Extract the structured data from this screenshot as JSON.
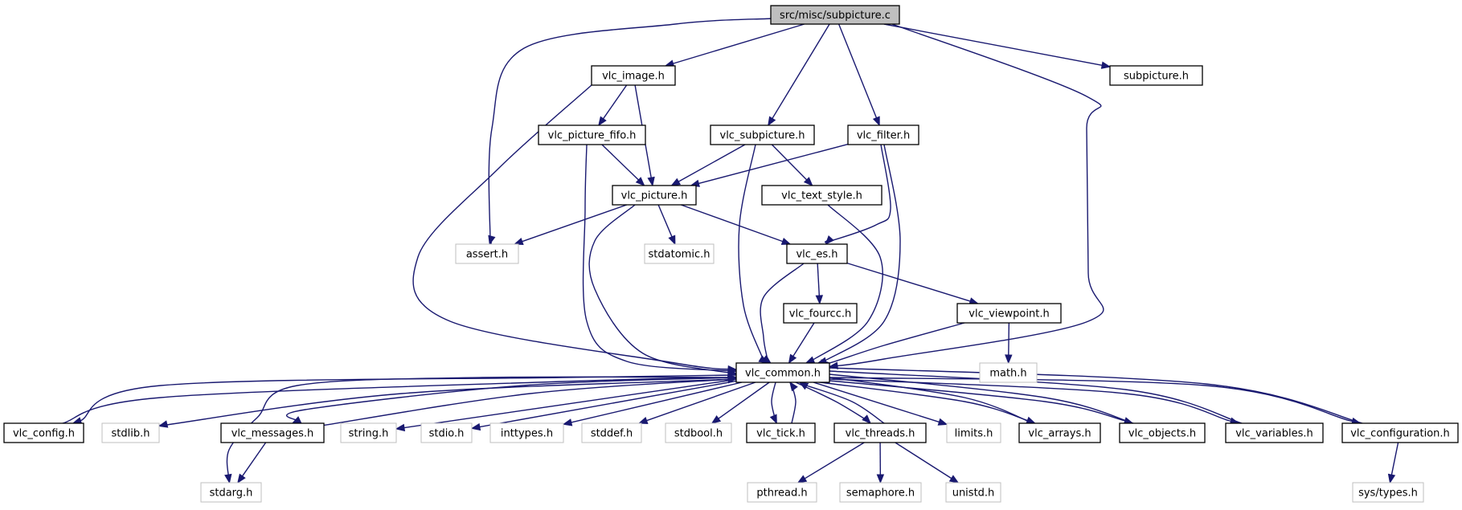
{
  "diagram": {
    "nodes": [
      {
        "id": "subpicture_c",
        "label": "src/misc/subpicture.c",
        "kind": "root"
      },
      {
        "id": "vlc_image",
        "label": "vlc_image.h",
        "kind": "doc"
      },
      {
        "id": "subpicture_h",
        "label": "subpicture.h",
        "kind": "doc"
      },
      {
        "id": "vlc_picture_fifo",
        "label": "vlc_picture_fifo.h",
        "kind": "doc"
      },
      {
        "id": "vlc_subpicture",
        "label": "vlc_subpicture.h",
        "kind": "doc"
      },
      {
        "id": "vlc_filter",
        "label": "vlc_filter.h",
        "kind": "doc"
      },
      {
        "id": "vlc_picture",
        "label": "vlc_picture.h",
        "kind": "doc"
      },
      {
        "id": "vlc_text_style",
        "label": "vlc_text_style.h",
        "kind": "doc"
      },
      {
        "id": "assert_h",
        "label": "assert.h",
        "kind": "sys"
      },
      {
        "id": "stdatomic_h",
        "label": "stdatomic.h",
        "kind": "sys"
      },
      {
        "id": "vlc_es",
        "label": "vlc_es.h",
        "kind": "doc"
      },
      {
        "id": "vlc_fourcc",
        "label": "vlc_fourcc.h",
        "kind": "doc"
      },
      {
        "id": "vlc_viewpoint",
        "label": "vlc_viewpoint.h",
        "kind": "doc"
      },
      {
        "id": "vlc_common",
        "label": "vlc_common.h",
        "kind": "doc"
      },
      {
        "id": "math_h",
        "label": "math.h",
        "kind": "sys"
      },
      {
        "id": "vlc_config",
        "label": "vlc_config.h",
        "kind": "doc"
      },
      {
        "id": "stdlib_h",
        "label": "stdlib.h",
        "kind": "sys"
      },
      {
        "id": "vlc_messages",
        "label": "vlc_messages.h",
        "kind": "doc"
      },
      {
        "id": "string_h",
        "label": "string.h",
        "kind": "sys"
      },
      {
        "id": "stdio_h",
        "label": "stdio.h",
        "kind": "sys"
      },
      {
        "id": "inttypes_h",
        "label": "inttypes.h",
        "kind": "sys"
      },
      {
        "id": "stddef_h",
        "label": "stddef.h",
        "kind": "sys"
      },
      {
        "id": "stdbool_h",
        "label": "stdbool.h",
        "kind": "sys"
      },
      {
        "id": "vlc_tick",
        "label": "vlc_tick.h",
        "kind": "doc"
      },
      {
        "id": "vlc_threads",
        "label": "vlc_threads.h",
        "kind": "doc"
      },
      {
        "id": "limits_h",
        "label": "limits.h",
        "kind": "sys"
      },
      {
        "id": "vlc_arrays",
        "label": "vlc_arrays.h",
        "kind": "doc"
      },
      {
        "id": "vlc_objects",
        "label": "vlc_objects.h",
        "kind": "doc"
      },
      {
        "id": "vlc_variables",
        "label": "vlc_variables.h",
        "kind": "doc"
      },
      {
        "id": "vlc_configuration",
        "label": "vlc_configuration.h",
        "kind": "doc"
      },
      {
        "id": "stdarg_h",
        "label": "stdarg.h",
        "kind": "sys"
      },
      {
        "id": "pthread_h",
        "label": "pthread.h",
        "kind": "sys"
      },
      {
        "id": "semaphore_h",
        "label": "semaphore.h",
        "kind": "sys"
      },
      {
        "id": "unistd_h",
        "label": "unistd.h",
        "kind": "sys"
      },
      {
        "id": "sys_types_h",
        "label": "sys/types.h",
        "kind": "sys"
      }
    ],
    "edges": [
      {
        "from": "subpicture_c",
        "to": "vlc_image"
      },
      {
        "from": "subpicture_c",
        "to": "assert_h"
      },
      {
        "from": "subpicture_c",
        "to": "vlc_subpicture"
      },
      {
        "from": "subpicture_c",
        "to": "vlc_filter"
      },
      {
        "from": "subpicture_c",
        "to": "subpicture_h"
      },
      {
        "from": "subpicture_c",
        "to": "vlc_common"
      },
      {
        "from": "vlc_image",
        "to": "vlc_picture_fifo"
      },
      {
        "from": "vlc_image",
        "to": "vlc_picture"
      },
      {
        "from": "vlc_image",
        "to": "vlc_common"
      },
      {
        "from": "vlc_picture_fifo",
        "to": "vlc_picture"
      },
      {
        "from": "vlc_picture_fifo",
        "to": "vlc_common"
      },
      {
        "from": "vlc_subpicture",
        "to": "vlc_picture"
      },
      {
        "from": "vlc_subpicture",
        "to": "vlc_text_style"
      },
      {
        "from": "vlc_subpicture",
        "to": "vlc_common"
      },
      {
        "from": "vlc_filter",
        "to": "vlc_picture"
      },
      {
        "from": "vlc_filter",
        "to": "vlc_es"
      },
      {
        "from": "vlc_filter",
        "to": "vlc_common"
      },
      {
        "from": "vlc_picture",
        "to": "assert_h"
      },
      {
        "from": "vlc_picture",
        "to": "stdatomic_h"
      },
      {
        "from": "vlc_picture",
        "to": "vlc_es"
      },
      {
        "from": "vlc_picture",
        "to": "vlc_common"
      },
      {
        "from": "vlc_text_style",
        "to": "vlc_common"
      },
      {
        "from": "vlc_es",
        "to": "vlc_fourcc"
      },
      {
        "from": "vlc_es",
        "to": "vlc_viewpoint"
      },
      {
        "from": "vlc_es",
        "to": "vlc_common"
      },
      {
        "from": "vlc_fourcc",
        "to": "vlc_common"
      },
      {
        "from": "vlc_viewpoint",
        "to": "vlc_common"
      },
      {
        "from": "vlc_viewpoint",
        "to": "math_h"
      },
      {
        "from": "vlc_common",
        "to": "vlc_config"
      },
      {
        "from": "vlc_common",
        "to": "stdlib_h"
      },
      {
        "from": "vlc_common",
        "to": "vlc_messages"
      },
      {
        "from": "vlc_common",
        "to": "string_h"
      },
      {
        "from": "vlc_common",
        "to": "stdio_h"
      },
      {
        "from": "vlc_common",
        "to": "inttypes_h"
      },
      {
        "from": "vlc_common",
        "to": "stddef_h"
      },
      {
        "from": "vlc_common",
        "to": "stdbool_h"
      },
      {
        "from": "vlc_common",
        "to": "vlc_tick"
      },
      {
        "from": "vlc_common",
        "to": "vlc_threads"
      },
      {
        "from": "vlc_common",
        "to": "limits_h"
      },
      {
        "from": "vlc_common",
        "to": "vlc_arrays"
      },
      {
        "from": "vlc_common",
        "to": "vlc_objects"
      },
      {
        "from": "vlc_common",
        "to": "vlc_variables"
      },
      {
        "from": "vlc_common",
        "to": "vlc_configuration"
      },
      {
        "from": "vlc_common",
        "to": "stdarg_h"
      },
      {
        "from": "vlc_config",
        "to": "vlc_common"
      },
      {
        "from": "vlc_messages",
        "to": "vlc_common"
      },
      {
        "from": "vlc_messages",
        "to": "stdarg_h"
      },
      {
        "from": "vlc_tick",
        "to": "vlc_common"
      },
      {
        "from": "vlc_threads",
        "to": "vlc_common"
      },
      {
        "from": "vlc_threads",
        "to": "pthread_h"
      },
      {
        "from": "vlc_threads",
        "to": "semaphore_h"
      },
      {
        "from": "vlc_threads",
        "to": "unistd_h"
      },
      {
        "from": "vlc_arrays",
        "to": "vlc_common"
      },
      {
        "from": "vlc_objects",
        "to": "vlc_common"
      },
      {
        "from": "vlc_variables",
        "to": "vlc_common"
      },
      {
        "from": "vlc_configuration",
        "to": "vlc_common"
      },
      {
        "from": "vlc_configuration",
        "to": "sys_types_h"
      }
    ]
  },
  "colors": {
    "edge": "#191970",
    "doc_border": "#000000",
    "sys_border": "#bfbfbf",
    "root_fill": "#bfbfbf",
    "text": "#000000"
  }
}
